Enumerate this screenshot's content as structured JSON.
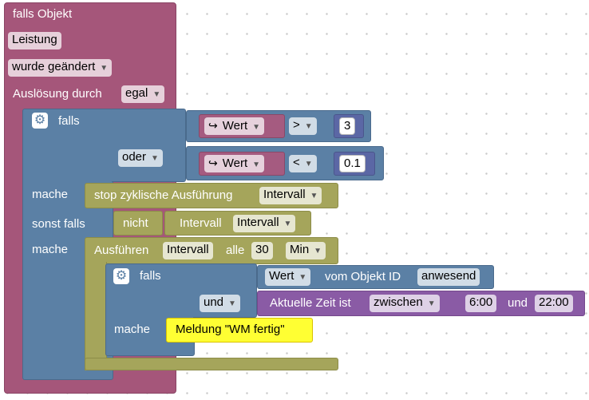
{
  "event": {
    "title": "falls Objekt",
    "object": "Leistung",
    "condition": "wurde geändert",
    "trigger_label": "Auslösung durch",
    "trigger_value": "egal"
  },
  "if_block": {
    "falls": "falls",
    "oder": "oder",
    "wert1": "Wert",
    "op1": ">",
    "num1": "3",
    "wert2": "Wert",
    "op2": "<",
    "num2": "0.1",
    "mache1": "mache",
    "sonst_falls": "sonst falls",
    "mache2": "mache"
  },
  "stop_block": {
    "label": "stop zyklische Ausführung",
    "value": "Intervall"
  },
  "not_block": {
    "label": "nicht",
    "var_label": "Intervall",
    "var_value": "Intervall"
  },
  "exec_block": {
    "label": "Ausführen",
    "var": "Intervall",
    "alle": "alle",
    "num": "30",
    "unit": "Min"
  },
  "inner_if": {
    "falls": "falls",
    "wert": "Wert",
    "vom_objekt": "vom Objekt ID",
    "obj_id": "anwesend",
    "und": "und",
    "zeit_label": "Aktuelle Zeit ist",
    "zeit_op": "zwischen",
    "t1": "6:00",
    "und2": "und",
    "t2": "22:00",
    "mache": "mache"
  },
  "message": {
    "text": "Meldung \"WM fertig\""
  }
}
